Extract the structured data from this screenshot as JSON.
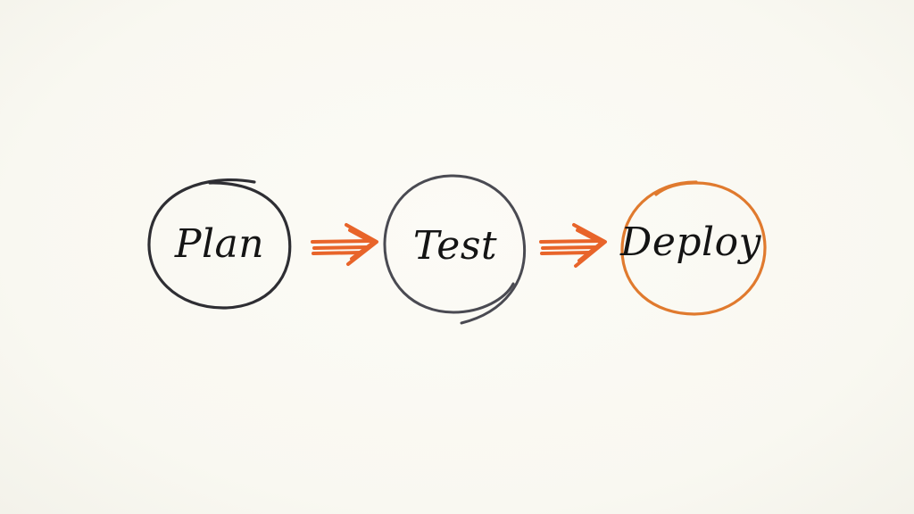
{
  "diagram": {
    "nodes": [
      {
        "label": "Plan",
        "color": "#2e2e33"
      },
      {
        "label": "Test",
        "color": "#4a4a52"
      },
      {
        "label": "Deploy",
        "color": "#e07a2e"
      }
    ],
    "edges": [
      {
        "from": "Plan",
        "to": "Test",
        "color": "#e8642a"
      },
      {
        "from": "Test",
        "to": "Deploy",
        "color": "#e8642a"
      }
    ]
  }
}
